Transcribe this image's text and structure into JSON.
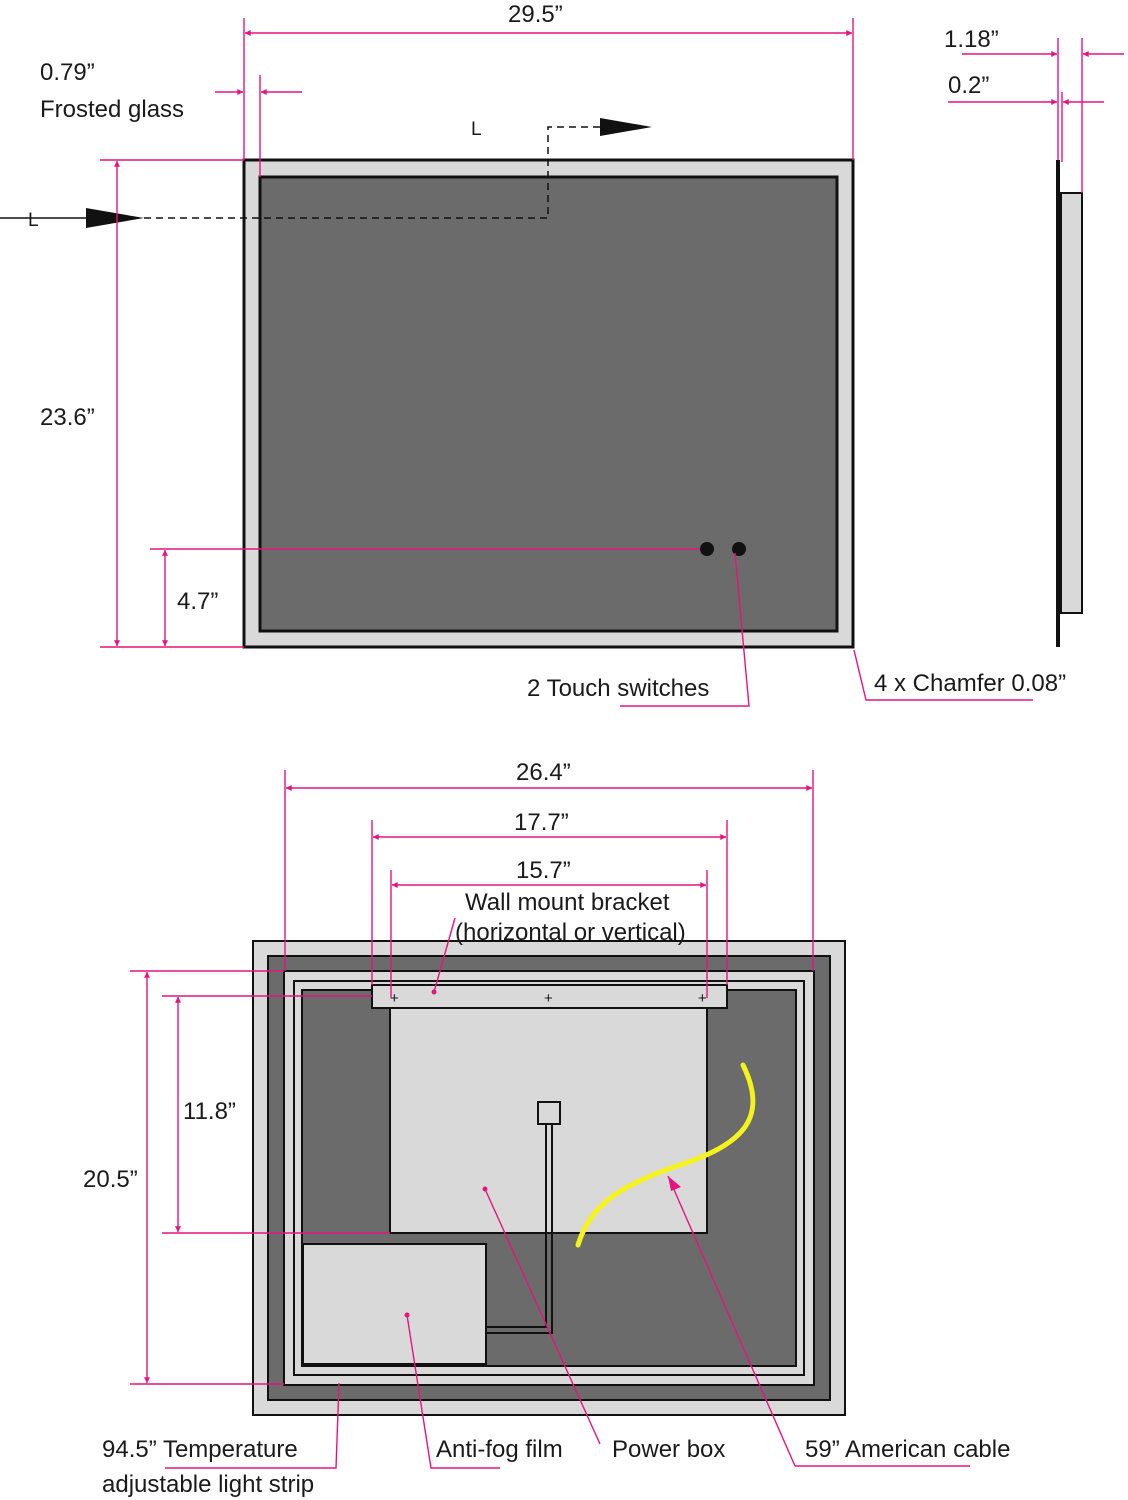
{
  "front_view": {
    "width_label": "29.5”",
    "height_label": "23.6”",
    "frost_width_label": "0.79”",
    "frost_name_label": "Frosted glass",
    "switch_height_label": "4.7”",
    "section_marker_left": "L",
    "section_marker_right": "L",
    "touch_switches_label": "2 Touch switches",
    "chamfer_label": "4 x Chamfer 0.08”"
  },
  "side_view": {
    "depth_label": "1.18”",
    "glass_label": "0.2”"
  },
  "back_view": {
    "width_outer_label": "26.4”",
    "bracket_outer_label": "17.7”",
    "bracket_inner_label": "15.7”",
    "bracket_name_label": "Wall mount bracket",
    "bracket_orientation_label": "(horizontal or vertical)",
    "height_outer_label": "20.5”",
    "height_inner_label": "11.8”",
    "light_strip_label_line1": "94.5” Temperature",
    "light_strip_label_line2": "adjustable light strip",
    "antifog_label": "Anti-fog film",
    "powerbox_label": "Power box",
    "cable_label": "59” American cable"
  },
  "colors": {
    "dimension": "#e6147e",
    "mirror_face": "#6b6b6b",
    "frame": "#d9d9d9",
    "cable": "#f4f41c"
  }
}
